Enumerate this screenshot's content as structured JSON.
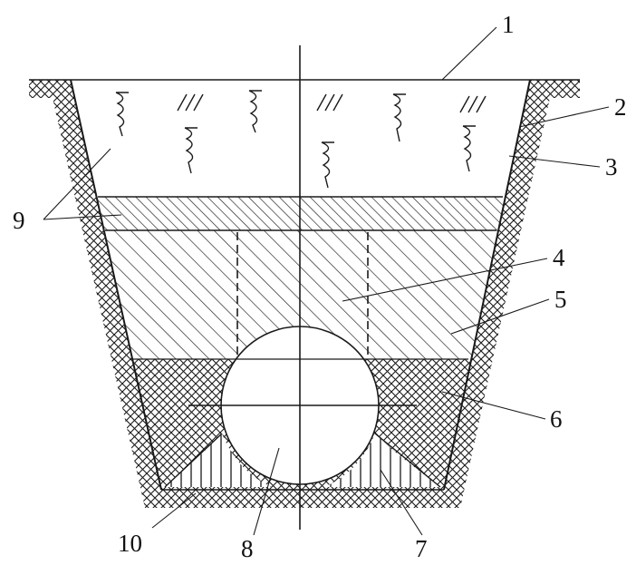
{
  "labels": {
    "l1": "1",
    "l2": "2",
    "l3": "3",
    "l4": "4",
    "l5": "5",
    "l6": "6",
    "l7": "7",
    "l8": "8",
    "l9": "9",
    "l10": "10"
  },
  "colors": {
    "ink": "#1a1a1a",
    "background": "#ffffff"
  }
}
